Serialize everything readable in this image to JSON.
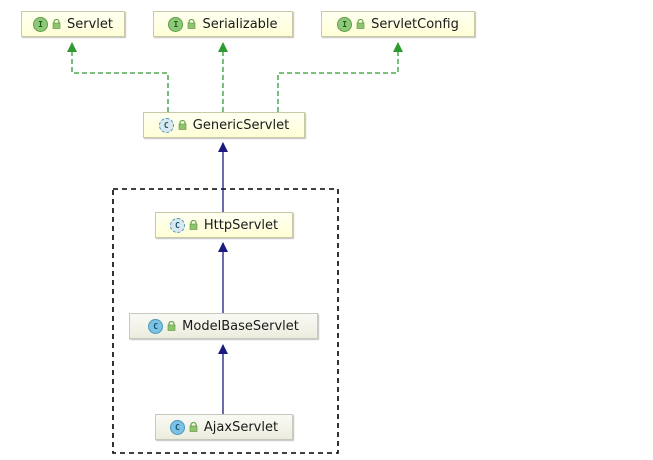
{
  "diagram": {
    "nodes": [
      {
        "id": "servlet",
        "kind": "interface",
        "badge": "I",
        "label": "Servlet"
      },
      {
        "id": "serializable",
        "kind": "interface",
        "badge": "I",
        "label": "Serializable"
      },
      {
        "id": "servletconfig",
        "kind": "interface",
        "badge": "I",
        "label": "ServletConfig"
      },
      {
        "id": "genericservlet",
        "kind": "abstract-class",
        "badge": "C",
        "label": "GenericServlet"
      },
      {
        "id": "httpservlet",
        "kind": "abstract-class",
        "badge": "C",
        "label": "HttpServlet"
      },
      {
        "id": "modelbaseservlet",
        "kind": "class",
        "badge": "C",
        "label": "ModelBaseServlet"
      },
      {
        "id": "ajaxservlet",
        "kind": "class",
        "badge": "C",
        "label": "AjaxServlet"
      }
    ],
    "edges": [
      {
        "from": "genericservlet",
        "to": "servlet",
        "type": "implements"
      },
      {
        "from": "genericservlet",
        "to": "serializable",
        "type": "implements"
      },
      {
        "from": "genericservlet",
        "to": "servletconfig",
        "type": "implements"
      },
      {
        "from": "httpservlet",
        "to": "genericservlet",
        "type": "extends"
      },
      {
        "from": "modelbaseservlet",
        "to": "httpservlet",
        "type": "extends"
      },
      {
        "from": "ajaxservlet",
        "to": "modelbaseservlet",
        "type": "extends"
      }
    ],
    "colors": {
      "implements": "#2f9a2f",
      "extends": "#1a1a80",
      "group_border": "#000000",
      "node_fill": "#ffffe0",
      "badge_interface": "#8cc878",
      "badge_class": "#7cc2e4",
      "lock_icon": "#6aa84f"
    },
    "icons": {
      "interface_badge": "interface-badge-icon",
      "class_badge": "class-badge-icon",
      "visibility": "lock-icon"
    }
  }
}
